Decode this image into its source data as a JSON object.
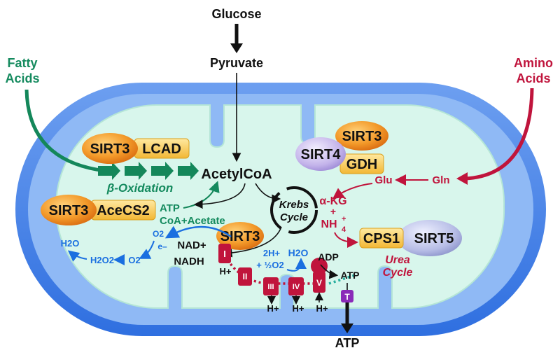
{
  "inputs": {
    "glucose": "Glucose",
    "pyruvate": "Pyruvate",
    "fatty_acids_line1": "Fatty",
    "fatty_acids_line2": "Acids",
    "amino_acids_line1": "Amino",
    "amino_acids_line2": "Acids"
  },
  "metabolites": {
    "acetylcoa": "AcetylCoA",
    "beta_oxidation": "β-Oxidation",
    "atp": "ATP",
    "coa_acetate": "CoA+Acetate",
    "krebs_line1": "Krebs",
    "krebs_line2": "Cycle",
    "alpha_kg": "α-KG",
    "plus": "+",
    "nh4": "NH",
    "nh4_sup": "+",
    "nh4_sub": "4",
    "glu": "Glu",
    "gln": "Gln",
    "urea_line1": "Urea",
    "urea_line2": "Cycle"
  },
  "proteins": {
    "sirt3_lcad": "SIRT3",
    "lcad": "LCAD",
    "sirt3_acecs2": "SIRT3",
    "acecs2": "AceCS2",
    "sirt4": "SIRT4",
    "sirt3_gdh": "SIRT3",
    "gdh": "GDH",
    "cps1": "CPS1",
    "sirt5": "SIRT5",
    "sirt3_complex": "SIRT3"
  },
  "etc": {
    "complex_i": "I",
    "complex_ii": "II",
    "complex_iii": "III",
    "complex_iv": "IV",
    "complex_v": "V",
    "transporter": "T",
    "nad_plus": "NAD+",
    "nadh": "NADH",
    "h_plus": "H+",
    "two_h_plus": "2H+",
    "half_o2": "+ ½O2",
    "h2o_iv": "H2O",
    "adp": "ADP",
    "atp_synth": "ATP",
    "atp_out": "ATP",
    "o2": "O2",
    "e_minus": "e–",
    "o2_radical": "O2",
    "h2o2": "H2O2",
    "h2o_ros": "H2O"
  },
  "colors": {
    "membrane_outer": "#3f7fe6",
    "membrane_inner": "#9cc4f7",
    "matrix": "#d8f6ec",
    "fatty_green": "#14875a",
    "amino_red": "#c0143c",
    "etc_red": "#c0143c",
    "ros_blue": "#1a6fe0",
    "sirt_orange": "#f08a1c",
    "partner_yellow": "#f7c94a",
    "sirt_purple": "#c6b8ec",
    "transporter_purple": "#8a2ab8"
  }
}
